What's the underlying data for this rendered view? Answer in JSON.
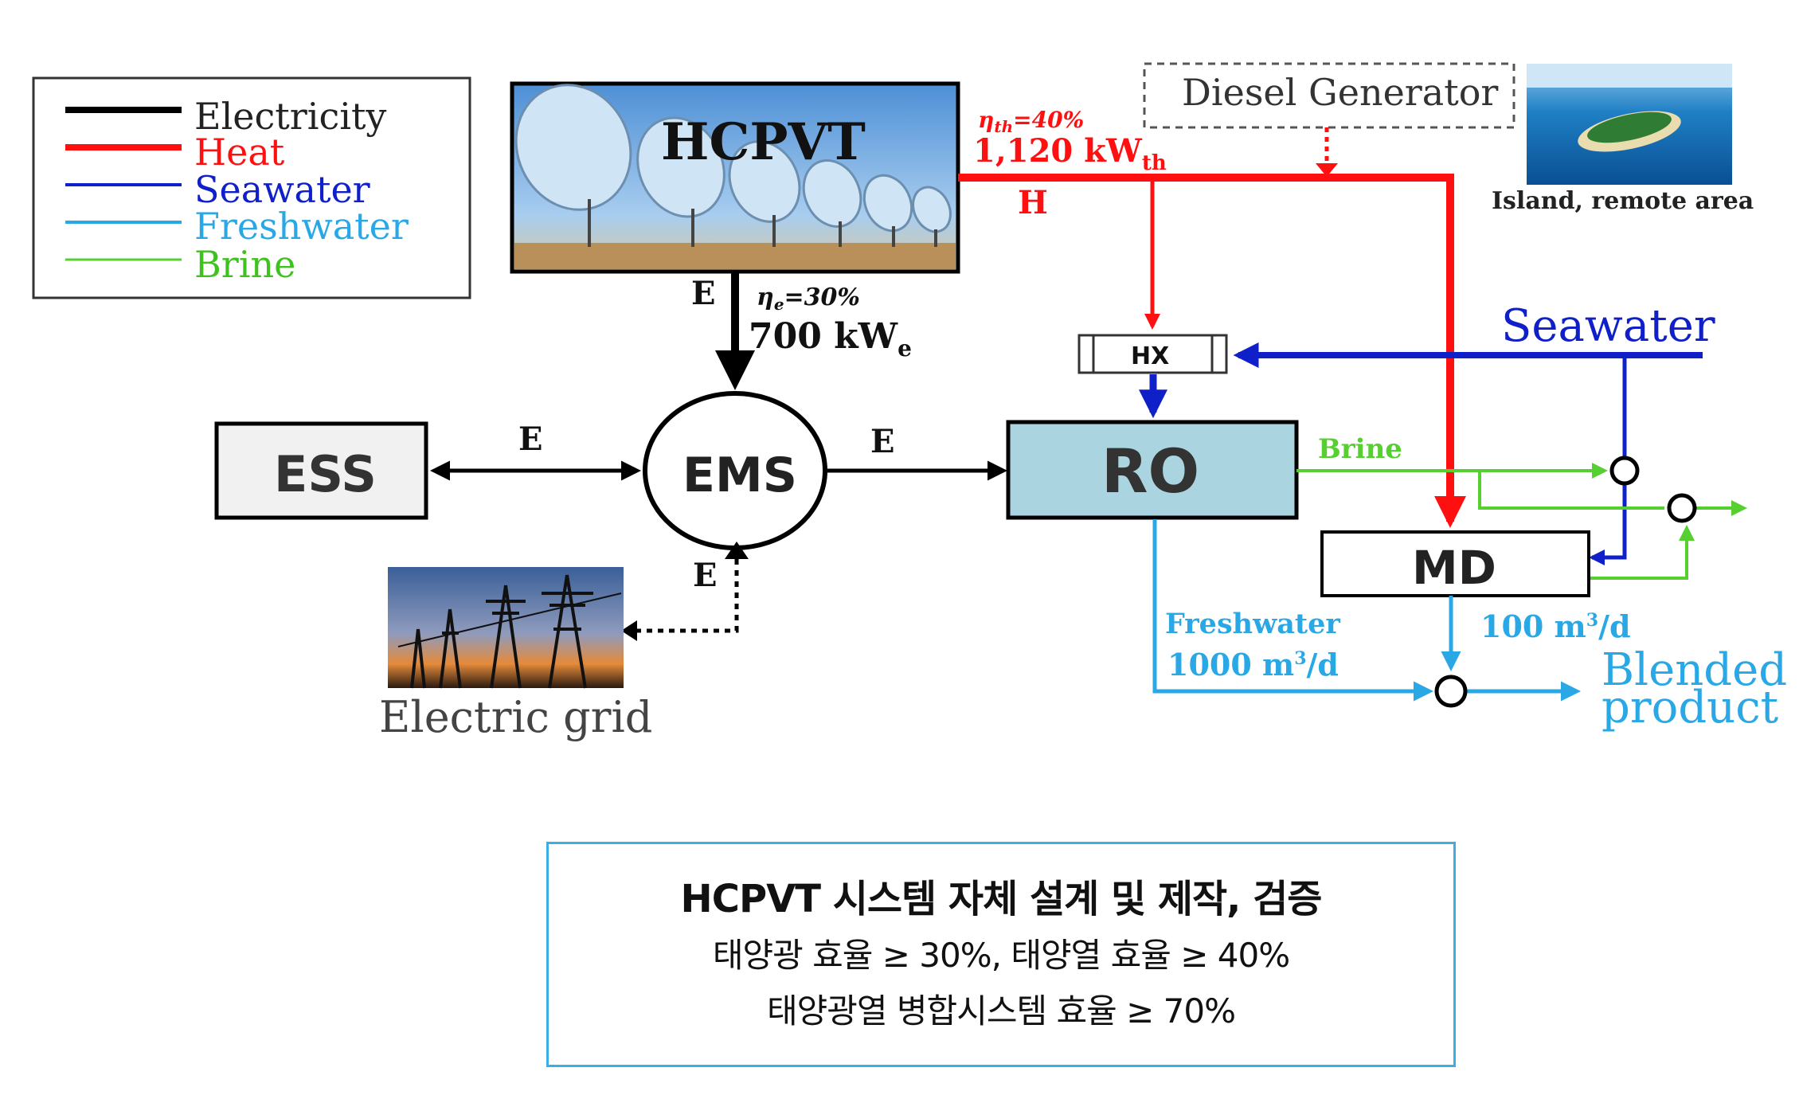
{
  "legend": {
    "items": [
      {
        "label": "Electricity",
        "color": "#000000"
      },
      {
        "label": "Heat",
        "color": "#ff1010"
      },
      {
        "label": "Seawater",
        "color": "#1020c8"
      },
      {
        "label": "Freshwater",
        "color": "#2aa8e6"
      },
      {
        "label": "Brine",
        "color": "#55d030"
      }
    ]
  },
  "hcpvt": {
    "label": "HCPVT"
  },
  "thermal": {
    "efficiency": "η",
    "efficiency_sub": "th",
    "efficiency_val": "=40%",
    "power": "1,120 kW",
    "power_sub": "th",
    "flow_label": "H"
  },
  "electric": {
    "flow_label": "E",
    "efficiency": "η",
    "efficiency_sub": "e",
    "efficiency_val": "=30%",
    "power": "700 kW",
    "power_sub": "e"
  },
  "diesel": {
    "label": "Diesel Generator"
  },
  "island": {
    "caption": "Island, remote area"
  },
  "seawater": {
    "label": "Seawater"
  },
  "hx": {
    "label": "HX"
  },
  "ess": {
    "label": "ESS"
  },
  "ems": {
    "label": "EMS"
  },
  "ro": {
    "label": "RO"
  },
  "md": {
    "label": "MD"
  },
  "flows": {
    "ess_ems": "E",
    "ems_ro": "E",
    "grid_ems": "E",
    "brine": "Brine",
    "freshwater": "Freshwater",
    "ro_output": "1000 m",
    "ro_output_sup": "3",
    "ro_output_unit": "/d",
    "md_output": "100 m",
    "md_output_sup": "3",
    "md_output_unit": "/d"
  },
  "grid": {
    "caption": "Electric grid"
  },
  "blended": {
    "line1": "Blended",
    "line2": "product"
  },
  "info": {
    "title": "HCPVT 시스템 자체 설계 및 제작, 검증",
    "line1": "태양광 효율 ≥ 30%, 태양열 효율 ≥ 40%",
    "line2": "태양광열 병합시스템 효율 ≥ 70%"
  },
  "colors": {
    "electricity": "#000000",
    "heat": "#ff1010",
    "seawater": "#1020c8",
    "freshwater": "#2aa8e6",
    "brine": "#55d030",
    "ro_fill": "#a9d4e0"
  }
}
